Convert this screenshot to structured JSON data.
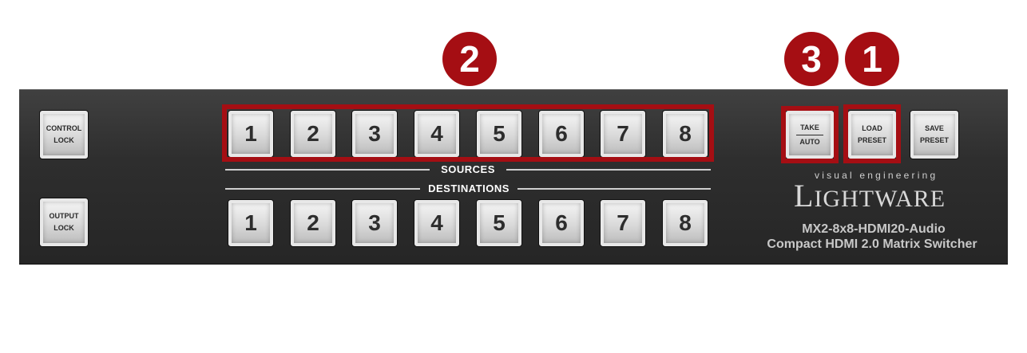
{
  "callouts": [
    "1",
    "2",
    "3"
  ],
  "left_buttons": {
    "control_lock": [
      "CONTROL",
      "LOCK"
    ],
    "output_lock": [
      "OUTPUT",
      "LOCK"
    ]
  },
  "sources": {
    "label": "SOURCES",
    "buttons": [
      "1",
      "2",
      "3",
      "4",
      "5",
      "6",
      "7",
      "8"
    ]
  },
  "destinations": {
    "label": "DESTINATIONS",
    "buttons": [
      "1",
      "2",
      "3",
      "4",
      "5",
      "6",
      "7",
      "8"
    ]
  },
  "right_buttons": {
    "take_auto": [
      "TAKE",
      "AUTO"
    ],
    "load_preset": [
      "LOAD",
      "PRESET"
    ],
    "save_preset": [
      "SAVE",
      "PRESET"
    ]
  },
  "brand": {
    "tagline": "visual engineering",
    "name_initial": "L",
    "name_rest": "IGHTWARE"
  },
  "model": {
    "name": "MX2-8x8-HDMI20-Audio",
    "description": "Compact HDMI 2.0 Matrix Switcher"
  },
  "colors": {
    "highlight": "#a50e13",
    "panel": "#2e2e2e",
    "button": "#dcdcdc"
  }
}
